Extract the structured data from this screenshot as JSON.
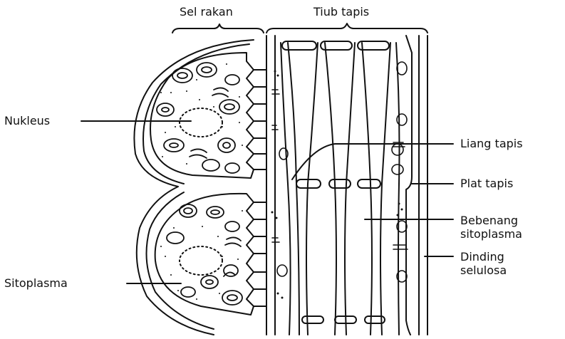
{
  "diagram": {
    "headers": {
      "companion_cell": "Sel rakan",
      "sieve_tube": "Tiub tapis"
    },
    "labels": {
      "nucleus": "Nukleus",
      "cytoplasm": "Sitoplasma",
      "sieve_pore": "Liang tapis",
      "sieve_plate": "Plat tapis",
      "cytoplasmic_strands_line1": "Bebenang",
      "cytoplasmic_strands_line2": "sitoplasma",
      "cellulose_wall_line1": "Dinding",
      "cellulose_wall_line2": "selulosa"
    },
    "colors": {
      "ink": "#111111",
      "background": "#ffffff"
    }
  }
}
